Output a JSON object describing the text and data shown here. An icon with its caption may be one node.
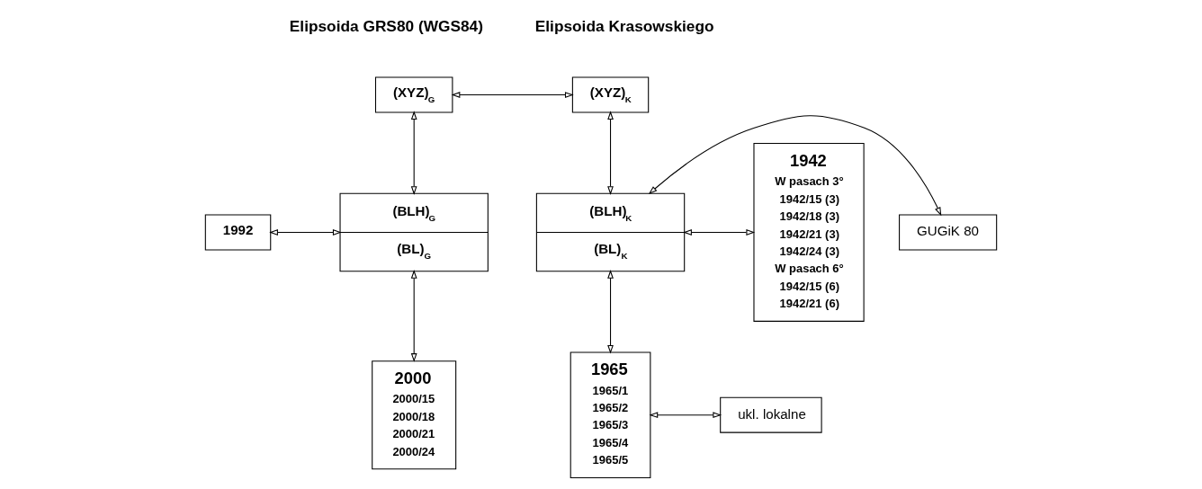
{
  "diagram": {
    "nodes": [
      {
        "text": [
          "(XYZ)$_{G}$"
        ]
      },
      {
        "text": [
          "(XYZ)$_{K}$"
        ]
      },
      {
        "text": [
          "(BLH)$_{G}$",
          "(BL)$_{G}$"
        ]
      },
      {
        "text": [
          "(BLH)$_{K}$",
          "(BL)$_{K}$"
        ]
      },
      {
        "text": [
          "GUGiK 80"
        ]
      },
      {
        "text": [
          "1992"
        ]
      },
      {
        "text": [
          "1942",
          "W pasach 3°",
          "1942/15 (3)",
          "1942/18 (3)",
          "1942/21 (3)",
          "1942/24 (3)",
          "W pasach 6°",
          "1942/15 (6)",
          "1942/21 (6)"
        ]
      },
      {
        "text": [
          "2000",
          "2000/15",
          "2000/18",
          "2000/21",
          "2000/24"
        ]
      },
      {
        "text": [
          "1965",
          "1965/1",
          "1965/2",
          "1965/3",
          "1965/4",
          "1965/5"
        ]
      },
      {
        "text": [
          "ukl. lokalne"
        ]
      }
    ],
    "edges": [
      {
        "from": 0,
        "to": 1,
        "arrow": "both"
      },
      {
        "from": 0,
        "to": 2,
        "arrow": "both"
      },
      {
        "from": 1,
        "to": 3,
        "arrow": "both"
      },
      {
        "from": 3,
        "to": 4,
        "arrow": "both"
      },
      {
        "from": 5,
        "to": 2,
        "arrow": "both"
      },
      {
        "from": 3,
        "to": 6,
        "arrow": "both"
      },
      {
        "from": 2,
        "to": 7,
        "arrow": "both"
      },
      {
        "from": 3,
        "to": 8,
        "arrow": "both"
      },
      {
        "from": 8,
        "to": 9,
        "arrow": "both"
      }
    ],
    "labels": [
      "Elipsoida GRS80 (WGS84)",
      "Elipsoida Krasowskiego"
    ]
  }
}
